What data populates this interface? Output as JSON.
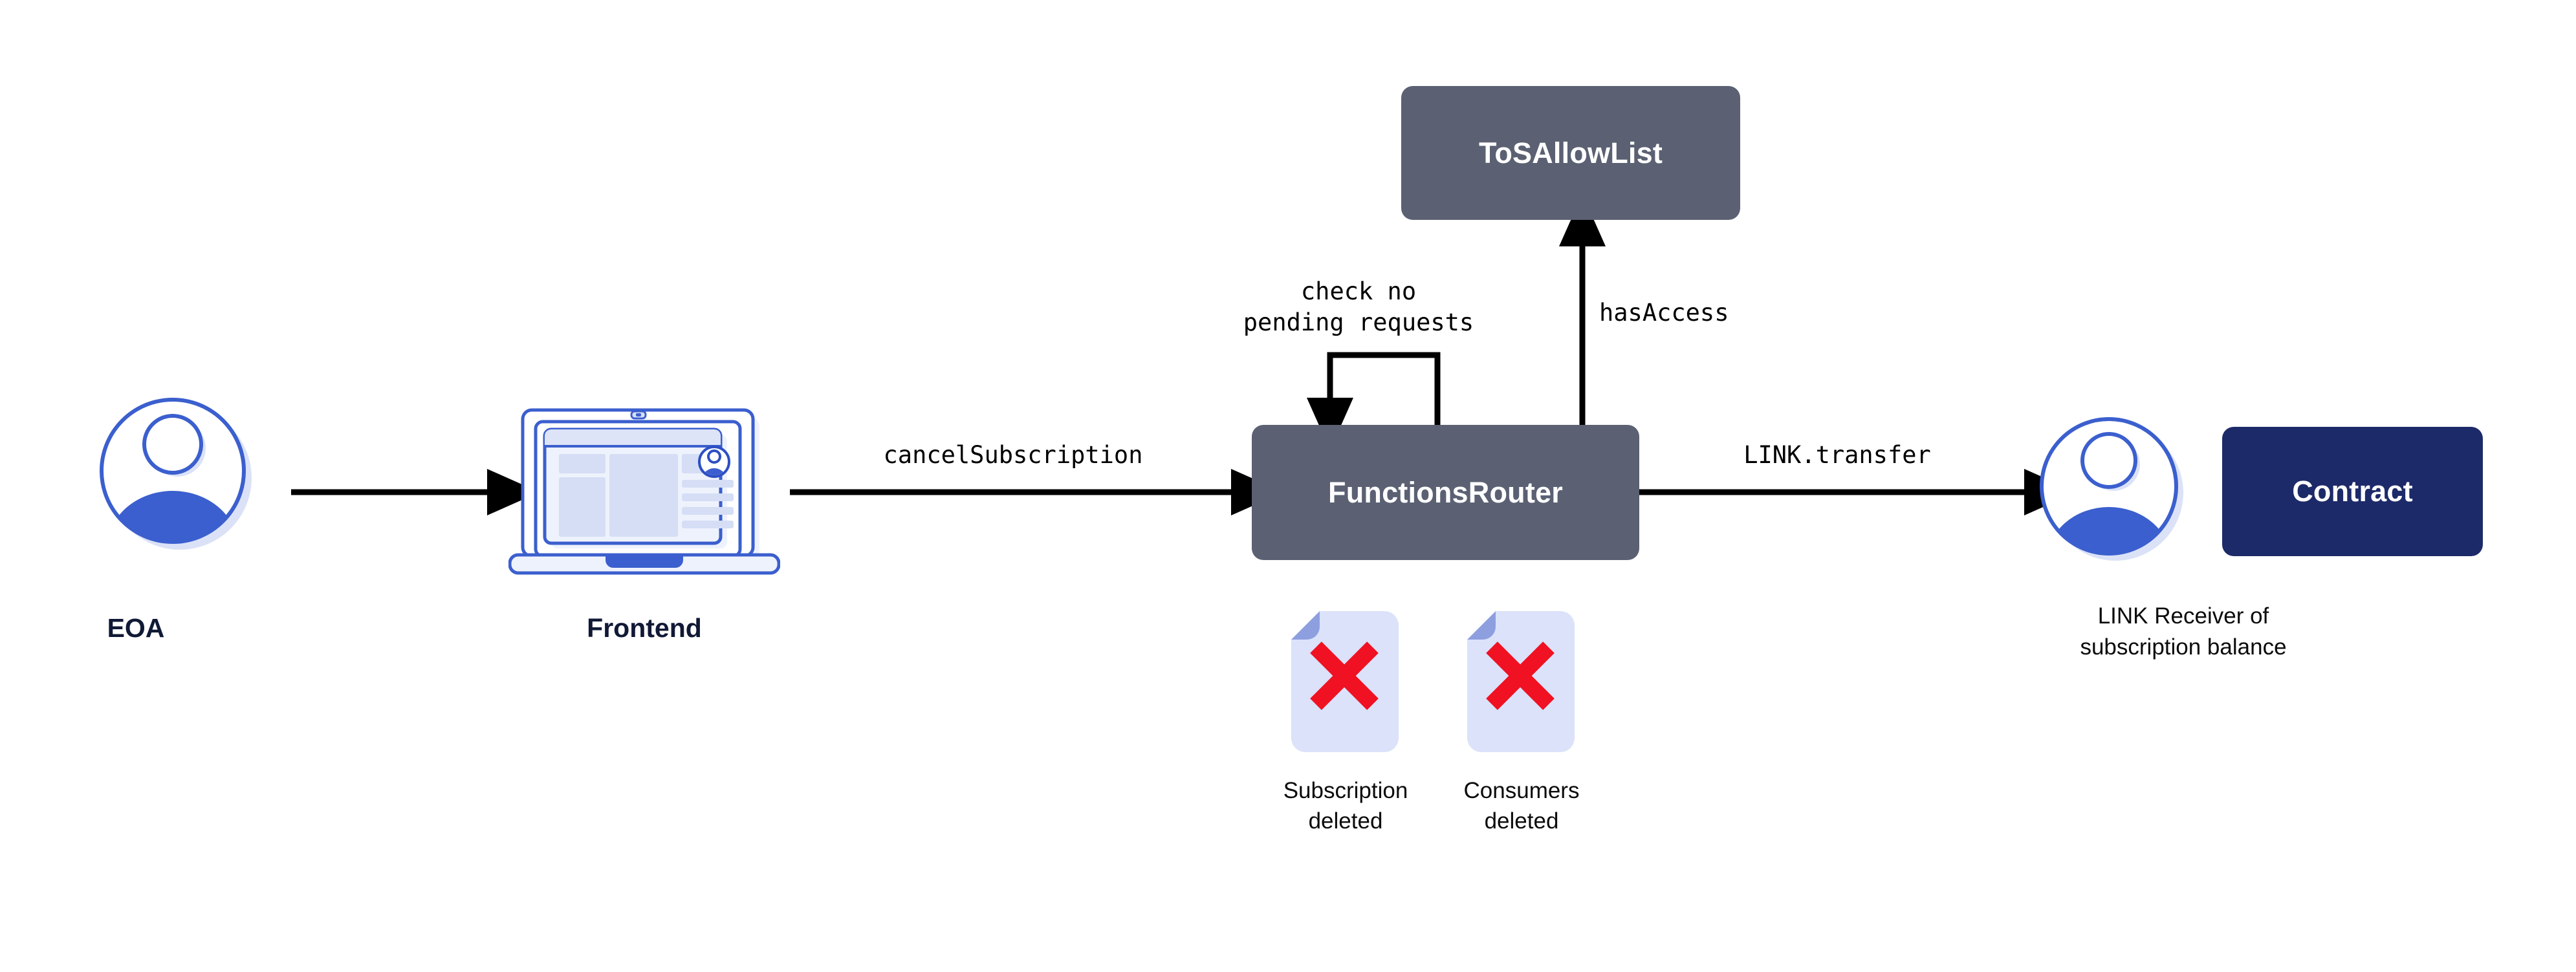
{
  "diagram": {
    "title": "Chainlink Functions cancelSubscription flow",
    "background": "#ffffff",
    "colors": {
      "node_grey": "#5b6173",
      "node_navy": "#1d2a69",
      "arrow_black": "#000000",
      "avatar_blue": "#3b5fce",
      "avatar_shadow": "#dbe2f7",
      "doc_body": "#dbe2f9",
      "doc_fold": "#8e9fe0",
      "x_red": "#f01122",
      "text_dark": "#101935"
    },
    "nodes": [
      {
        "id": "eoa",
        "type": "avatar",
        "label": "EOA"
      },
      {
        "id": "frontend",
        "type": "laptop",
        "label": "Frontend"
      },
      {
        "id": "functionsrouter",
        "type": "box",
        "label": "FunctionsRouter",
        "style": "grey"
      },
      {
        "id": "tosallowlist",
        "type": "box",
        "label": "ToSAllowList",
        "style": "grey"
      },
      {
        "id": "linkreceiver",
        "type": "avatar",
        "label": "LINK Receiver of\nsubscription balance"
      },
      {
        "id": "contract",
        "type": "box",
        "label": "Contract",
        "style": "navy"
      }
    ],
    "edges": [
      {
        "id": "eoa-to-frontend",
        "from": "eoa",
        "to": "frontend",
        "label": ""
      },
      {
        "id": "frontend-to-router",
        "from": "frontend",
        "to": "functionsrouter",
        "label": "cancelSubscription"
      },
      {
        "id": "router-self-loop",
        "from": "functionsrouter",
        "to": "functionsrouter",
        "label": "check no\npending requests"
      },
      {
        "id": "router-to-tosallowlist",
        "from": "functionsrouter",
        "to": "tosallowlist",
        "label": "hasAccess"
      },
      {
        "id": "router-to-linkreceiver",
        "from": "functionsrouter",
        "to": "linkreceiver",
        "label": "LINK.transfer"
      }
    ],
    "artifacts": [
      {
        "id": "subscription-deleted",
        "icon": "document-x-icon",
        "label": "Subscription\ndeleted"
      },
      {
        "id": "consumers-deleted",
        "icon": "document-x-icon",
        "label": "Consumers\ndeleted"
      }
    ],
    "labels": {
      "eoa": "EOA",
      "frontend": "Frontend",
      "functions_router": "FunctionsRouter",
      "tos_allow_list": "ToSAllowList",
      "contract": "Contract",
      "link_receiver_line1": "LINK Receiver of",
      "link_receiver_line2": "subscription balance",
      "edge_cancel_subscription": "cancelSubscription",
      "edge_link_transfer": "LINK.transfer",
      "edge_has_access": "hasAccess",
      "edge_check_line1": "check no",
      "edge_check_line2": "pending requests",
      "artifact_sub_line1": "Subscription",
      "artifact_sub_line2": "deleted",
      "artifact_cons_line1": "Consumers",
      "artifact_cons_line2": "deleted"
    }
  }
}
